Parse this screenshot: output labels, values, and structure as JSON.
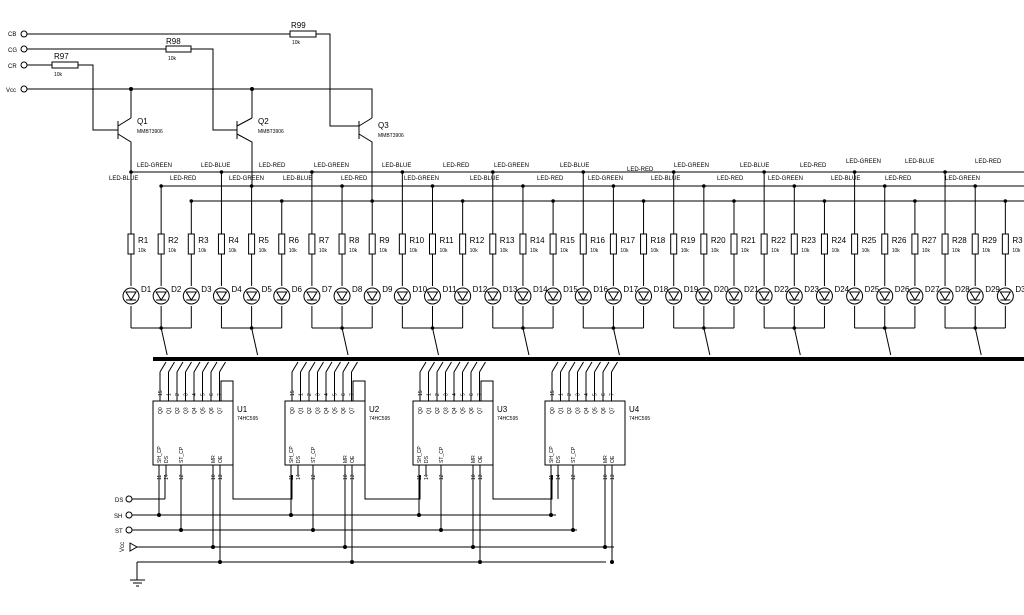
{
  "inputs": {
    "cb": "CB",
    "cg": "CG",
    "cr": "CR",
    "vcc": "Vcc"
  },
  "base_resistors": [
    {
      "ref": "R97",
      "value": "10k"
    },
    {
      "ref": "R98",
      "value": "10k"
    },
    {
      "ref": "R99",
      "value": "10k"
    }
  ],
  "transistors": [
    {
      "ref": "Q1",
      "part": "MMBT3906"
    },
    {
      "ref": "Q2",
      "part": "MMBT3906"
    },
    {
      "ref": "Q3",
      "part": "MMBT3906"
    }
  ],
  "rail_labels": [
    "LED-GREEN",
    "LED-BLUE",
    "LED-RED",
    "LED-GREEN",
    "LED-BLUE",
    "LED-RED",
    "LED-GREEN",
    "LED-BLUE",
    "LED-RED",
    "LED-GREEN",
    "LED-BLUE",
    "LED-RED",
    "LED-GREEN",
    "LED-BLUE",
    "LED-RED"
  ],
  "rail_labels_lower": [
    "LED-BLUE",
    "LED-RED",
    "LED-GREEN",
    "LED-BLUE",
    "LED-RED",
    "LED-GREEN",
    "LED-BLUE",
    "LED-RED",
    "LED-GREEN",
    "LED-BLUE",
    "LED-RED",
    "LED-GREEN",
    "LED-BLUE",
    "LED-RED",
    "LED-GREEN"
  ],
  "resistor_value": "10k",
  "resistors": [
    "R1",
    "R2",
    "R3",
    "R4",
    "R5",
    "R6",
    "R7",
    "R8",
    "R9",
    "R10",
    "R11",
    "R12",
    "R13",
    "R14",
    "R15",
    "R16",
    "R17",
    "R18",
    "R19",
    "R20",
    "R21",
    "R22",
    "R23",
    "R24",
    "R25",
    "R26",
    "R27",
    "R28",
    "R29",
    "R3"
  ],
  "diodes": [
    "D1",
    "D2",
    "D3",
    "D4",
    "D5",
    "D6",
    "D7",
    "D8",
    "D9",
    "D10",
    "D11",
    "D12",
    "D13",
    "D14",
    "D15",
    "D16",
    "D17",
    "D18",
    "D19",
    "D20",
    "D21",
    "D22",
    "D23",
    "D24",
    "D25",
    "D26",
    "D27",
    "D28",
    "D29",
    "D3"
  ],
  "chips": [
    {
      "ref": "U1",
      "part": "74HC595"
    },
    {
      "ref": "U2",
      "part": "74HC595"
    },
    {
      "ref": "U3",
      "part": "74HC595"
    },
    {
      "ref": "U4",
      "part": "74HC595"
    }
  ],
  "chip_pins_top": [
    "Q0",
    "Q1",
    "Q2",
    "Q3",
    "Q4",
    "Q5",
    "Q6",
    "Q7"
  ],
  "chip_pin_numbers_top": [
    "15",
    "1",
    "2",
    "3",
    "4",
    "5",
    "6",
    "7",
    "9"
  ],
  "chip_pins_bottom": [
    "SH_CP",
    "DS",
    "ST_CP",
    "MR",
    "OE"
  ],
  "chip_pin_numbers_bottom": [
    "11",
    "14",
    "12",
    "10",
    "13"
  ],
  "controls": {
    "ds": "DS",
    "sh": "SH",
    "st": "ST",
    "vcc": "Vcc"
  }
}
